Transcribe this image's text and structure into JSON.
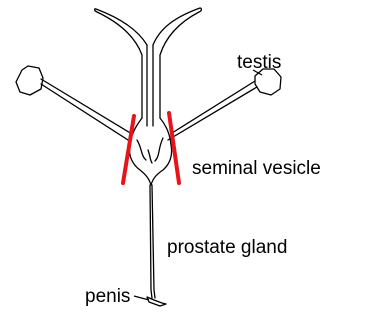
{
  "labels": {
    "testis": "testis",
    "seminal_vesicle": "seminal vesicle",
    "prostate_gland": "prostate gland",
    "penis": "penis"
  },
  "colors": {
    "outline": "#000000",
    "cut_marks": "#e8141a",
    "background": "#ffffff"
  },
  "structures": [
    "vas-deferens-left",
    "vas-deferens-right",
    "testis-left",
    "testis-right",
    "seminal-vesicle-body",
    "urethra",
    "penis-tip"
  ]
}
